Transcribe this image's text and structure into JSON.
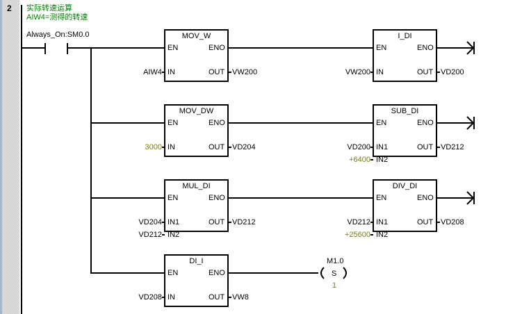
{
  "network": {
    "number": "2",
    "comment_lines": [
      "实际转速运算",
      "AIW4=测得的转速"
    ]
  },
  "contact": {
    "label": "Always_On:SM0.0"
  },
  "blocks": [
    {
      "name": "MOV_W",
      "en": "EN",
      "eno": "ENO",
      "inputs": [
        {
          "pin": "IN",
          "value": "AIW4",
          "const": false
        }
      ],
      "out_pin": "OUT",
      "out_value": "VW200"
    },
    {
      "name": "I_DI",
      "en": "EN",
      "eno": "ENO",
      "inputs": [
        {
          "pin": "IN",
          "value": "VW200",
          "const": false
        }
      ],
      "out_pin": "OUT",
      "out_value": "VD200"
    },
    {
      "name": "MOV_DW",
      "en": "EN",
      "eno": "ENO",
      "inputs": [
        {
          "pin": "IN",
          "value": "3000",
          "const": true
        }
      ],
      "out_pin": "OUT",
      "out_value": "VD204"
    },
    {
      "name": "SUB_DI",
      "en": "EN",
      "eno": "ENO",
      "inputs": [
        {
          "pin": "IN1",
          "value": "VD200",
          "const": false
        },
        {
          "pin": "IN2",
          "value": "+6400",
          "const": true
        }
      ],
      "out_pin": "OUT",
      "out_value": "VD212"
    },
    {
      "name": "MUL_DI",
      "en": "EN",
      "eno": "ENO",
      "inputs": [
        {
          "pin": "IN1",
          "value": "VD204",
          "const": false
        },
        {
          "pin": "IN2",
          "value": "VD212",
          "const": false
        }
      ],
      "out_pin": "OUT",
      "out_value": "VD212"
    },
    {
      "name": "DIV_DI",
      "en": "EN",
      "eno": "ENO",
      "inputs": [
        {
          "pin": "IN1",
          "value": "VD212",
          "const": false
        },
        {
          "pin": "IN2",
          "value": "+25600",
          "const": true
        }
      ],
      "out_pin": "OUT",
      "out_value": "VD208"
    },
    {
      "name": "DI_I",
      "en": "EN",
      "eno": "ENO",
      "inputs": [
        {
          "pin": "IN",
          "value": "VD208",
          "const": false
        }
      ],
      "out_pin": "OUT",
      "out_value": "VW8"
    }
  ],
  "coil": {
    "address": "M1.0",
    "type": "S",
    "count": "1"
  },
  "colors": {
    "comment": "#008000",
    "constant": "#808000",
    "wire": "#000000"
  }
}
